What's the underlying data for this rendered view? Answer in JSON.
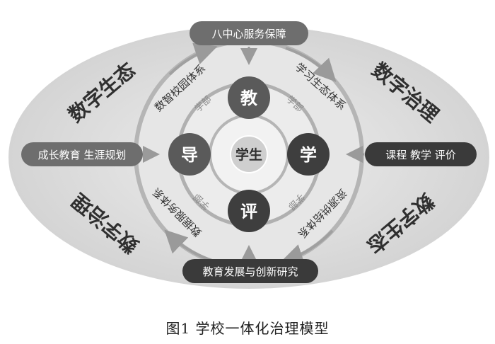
{
  "diagram": {
    "center": "学生",
    "core": {
      "top": "教",
      "left": "导",
      "right": "学",
      "bottom": "评"
    },
    "quadrant_titles": {
      "top_left": "数字生态",
      "top_right": "数字治理",
      "bottom_left": "数字治理",
      "bottom_right": "数字生态"
    },
    "systems": {
      "top_left": "数智校园体系",
      "top_right": "学习生态体系",
      "bottom_left": "数据服务体系",
      "bottom_right": "资源供给体系"
    },
    "departments": {
      "top_left": "学部",
      "top_right": "学部",
      "bottom_left": "学部",
      "bottom_right": "学部"
    },
    "pills": {
      "top": "八中心服务保障",
      "left": "成长教育 生涯规划",
      "right": "课程 教学 评价",
      "bottom": "教育发展与创新研究"
    },
    "colors": {
      "ellipse": "#dcdcdc",
      "pill_light": "#6e6e6e",
      "pill_dark": "#3a3a3a",
      "core_node": "#5a5a5a",
      "core_dark": "#3e3e3e",
      "center_fill": "#cfcfcf"
    }
  },
  "caption": "图1  学校一体化治理模型"
}
